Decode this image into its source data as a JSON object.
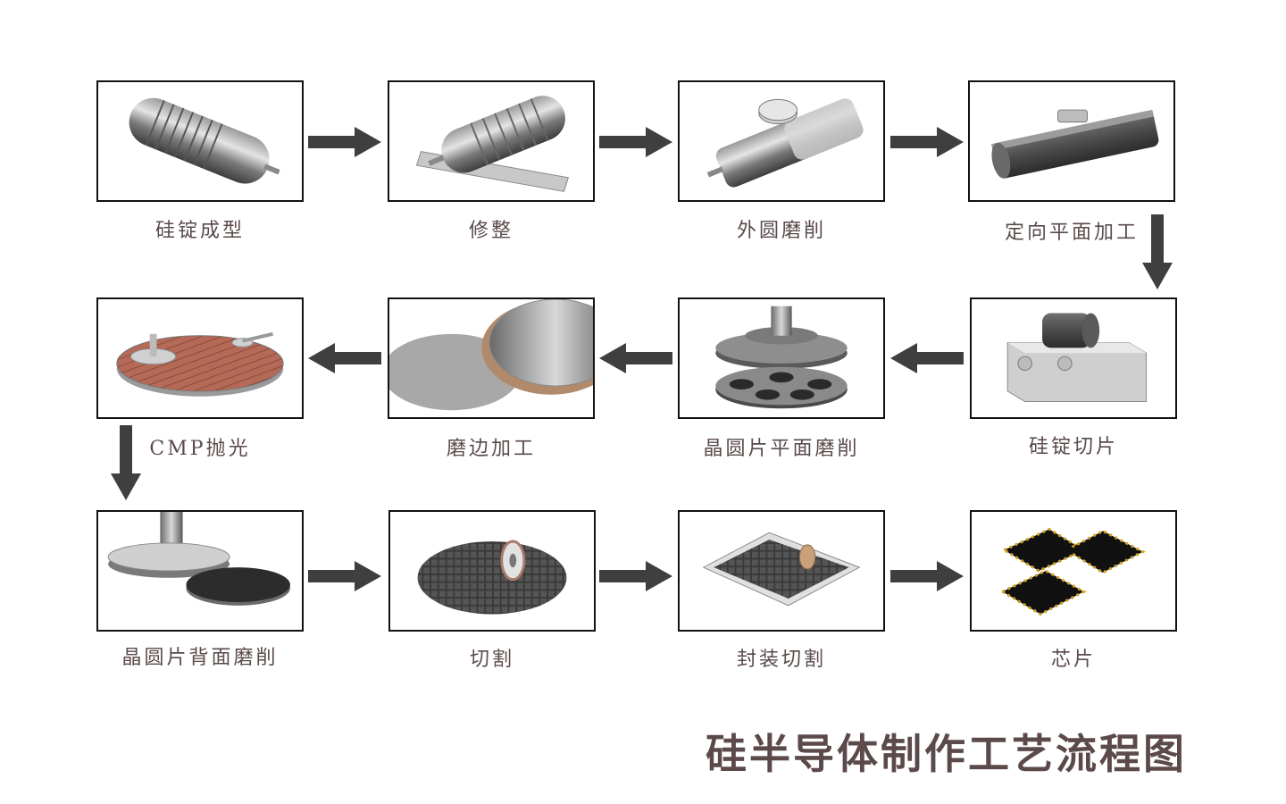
{
  "title": "硅半导体制作工艺流程图",
  "steps": [
    {
      "label": "硅锭成型"
    },
    {
      "label": "修整"
    },
    {
      "label": "外圆磨削"
    },
    {
      "label": "定向平面加工"
    },
    {
      "label": "硅锭切片"
    },
    {
      "label": "晶圆片平面磨削"
    },
    {
      "label": "磨边加工"
    },
    {
      "label": "CMP抛光"
    },
    {
      "label": "晶圆片背面磨削"
    },
    {
      "label": "切割"
    },
    {
      "label": "封装切割"
    },
    {
      "label": "芯片"
    }
  ],
  "colors": {
    "border": "#111111",
    "arrow": "#3f3f3f",
    "text": "#5a4a4a"
  }
}
